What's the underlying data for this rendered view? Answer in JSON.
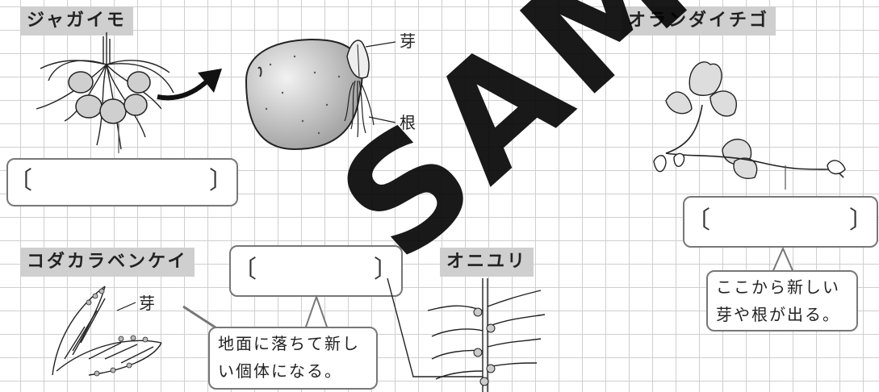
{
  "plants": {
    "potato": {
      "name": "ジャガイモ"
    },
    "strawberry": {
      "name": "オランダイチゴ"
    },
    "kalanchoe": {
      "name": "コダカラベンケイ"
    },
    "onion": {
      "name": "オニユリ"
    }
  },
  "callouts": {
    "bud": "芽",
    "root": "根",
    "kalanchoe_bud": "芽"
  },
  "answer_brackets": {
    "open": "〔",
    "close": "〕"
  },
  "notes": {
    "strawberry": [
      "ここから新しい",
      "芽や根が出る。"
    ],
    "kalanchoe": [
      "地面に落ちて新し",
      "い個体になる。"
    ]
  },
  "watermark": "SAMPLE"
}
